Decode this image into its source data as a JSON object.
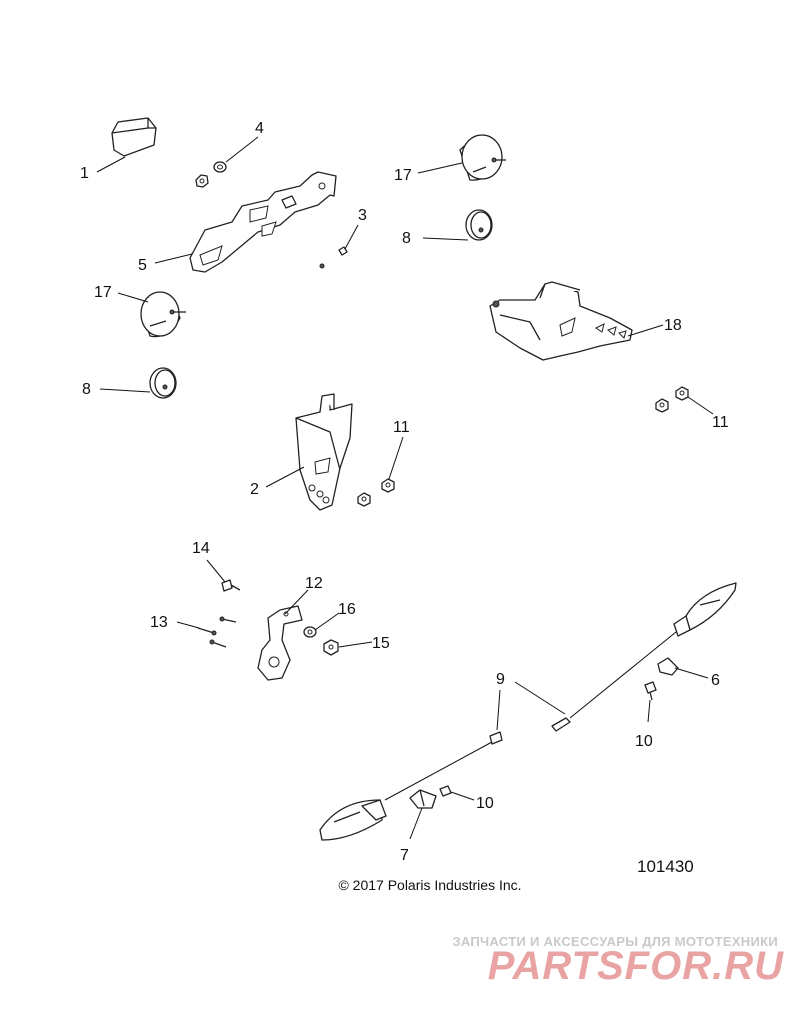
{
  "diagram": {
    "callouts": {
      "c1": "1",
      "c2": "2",
      "c3": "3",
      "c4": "4",
      "c5": "5",
      "c6": "6",
      "c7": "7",
      "c8a": "8",
      "c8b": "8",
      "c9": "9",
      "c10a": "10",
      "c10b": "10",
      "c11a": "11",
      "c11b": "11",
      "c12": "12",
      "c13": "13",
      "c14": "14",
      "c15": "15",
      "c16": "16",
      "c17a": "17",
      "c17b": "17",
      "c18": "18"
    },
    "document_number": "101430",
    "copyright": "© 2017 Polaris Industries Inc."
  },
  "watermark": {
    "tagline": "ЗАПЧАСТИ И АКСЕССУАРЫ ДЛЯ МОТОТЕХНИКИ",
    "logo_text": "PARTSFOR.RU",
    "color": "#e9a3a3"
  }
}
